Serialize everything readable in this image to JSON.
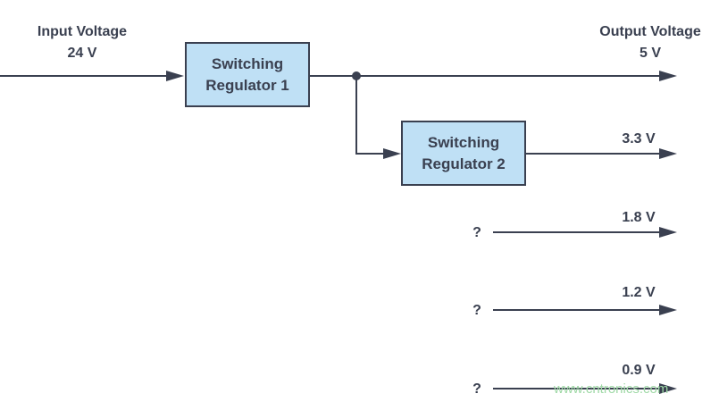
{
  "input": {
    "title": "Input Voltage",
    "value": "24 V"
  },
  "output": {
    "title": "Output Voltage",
    "value": "5 V"
  },
  "regulator1": {
    "line1": "Switching",
    "line2": "Regulator 1"
  },
  "regulator2": {
    "line1": "Switching",
    "line2": "Regulator 2"
  },
  "rails": [
    {
      "voltage": "3.3 V"
    },
    {
      "voltage": "1.8 V",
      "source": "?"
    },
    {
      "voltage": "1.2 V",
      "source": "?"
    },
    {
      "voltage": "0.9 V",
      "source": "?"
    }
  ],
  "watermark": "www.cntronics.com",
  "colors": {
    "box_fill": "#bfe0f5",
    "line": "#3a4050",
    "watermark": "#9fd9a6"
  }
}
